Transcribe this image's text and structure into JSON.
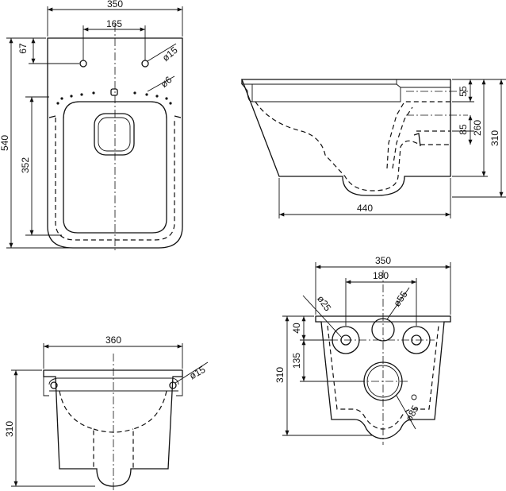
{
  "views": {
    "top": {
      "overall_width": "350",
      "hole_spacing": "165",
      "hole_diameter": "ø15",
      "small_hole_diameter": "ø6",
      "hole_offset": "67",
      "total_length": "540",
      "seat_length": "352"
    },
    "side": {
      "depth": "440",
      "dim_upper": "55",
      "dim_lower": "85",
      "dim_260": "260",
      "height": "310"
    },
    "front": {
      "width": "360",
      "hole_diameter": "ø15",
      "height": "310"
    },
    "back": {
      "width": "350",
      "inner_width": "180",
      "dim_25": "ø25",
      "dim_55": "ø55",
      "dim_40": "40",
      "dim_135": "135",
      "height": "310",
      "dim_85": "ø85"
    }
  }
}
